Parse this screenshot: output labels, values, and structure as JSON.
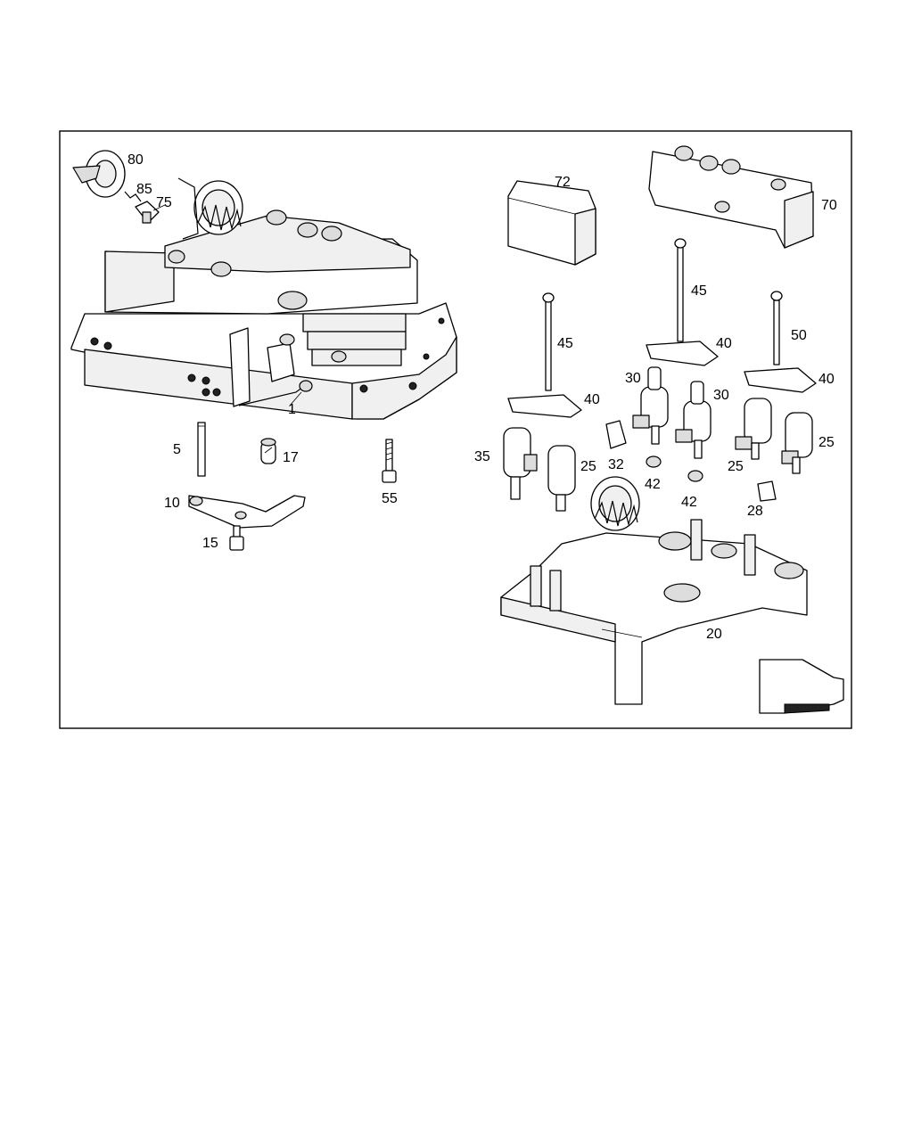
{
  "callouts": {
    "c80": "80",
    "c85": "85",
    "c75": "75",
    "c1": "1",
    "c5": "5",
    "c17": "17",
    "c55": "55",
    "c10": "10",
    "c15": "15",
    "c72": "72",
    "c70": "70",
    "c45a": "45",
    "c45b": "45",
    "c50": "50",
    "c40a": "40",
    "c40b": "40",
    "c40c": "40",
    "c30a": "30",
    "c30b": "30",
    "c35": "35",
    "c25a": "25",
    "c25b": "25",
    "c25c": "25",
    "c32": "32",
    "c42a": "42",
    "c42b": "42",
    "c28": "28",
    "c20": "20"
  }
}
